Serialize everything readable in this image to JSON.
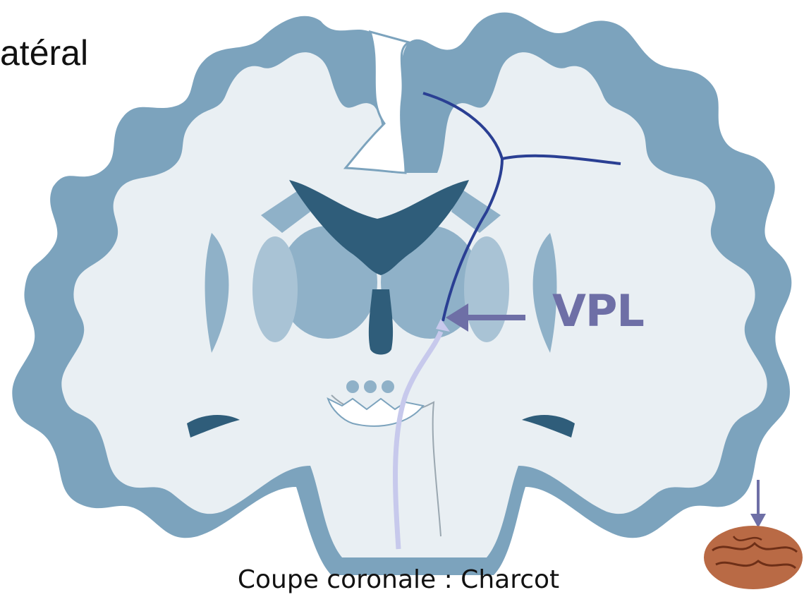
{
  "title": "atéral",
  "labels": {
    "structure": "VPL",
    "caption": "Coupe coronale : Charcot"
  },
  "colors": {
    "cortex": "#7ca3bd",
    "white_matter": "#e9eff3",
    "ventricle": "#2f5d7a",
    "nuclei": "#8fb1c8",
    "tract": "#2a3f93",
    "arrow": "#6e6fa6",
    "ascending_pathway": "#c7c9ec",
    "thumbnail_brain": "#b96a45"
  },
  "icons": {
    "arrow_to_vpl": "left-arrow-icon",
    "thumbnail_arrow": "down-arrow-icon",
    "thumbnail": "brain-thumbnail-icon"
  }
}
